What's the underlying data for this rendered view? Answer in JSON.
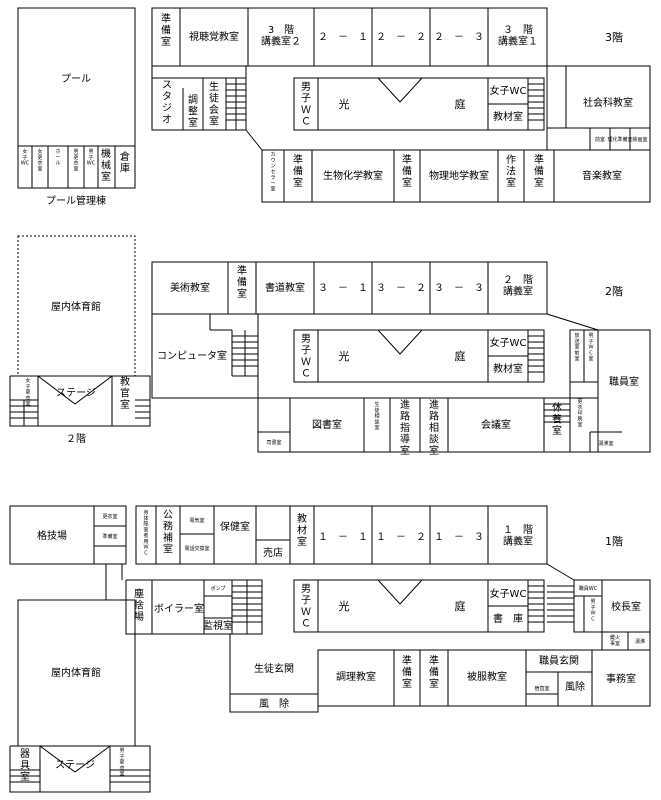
{
  "floor3": {
    "floor_label": "3階",
    "rooms": {
      "junbi_a": "準\n備\n室",
      "shichokaku": "視聴覚教室",
      "lecture2": "3　階\n講義室２",
      "c21": "２　－　１",
      "c22": "２　－　２",
      "c23": "２　－　３",
      "lecture1": "３　階\n講義室１",
      "studio": "ス\nタ\nジ\nオ",
      "chosei": "調\n整\n室",
      "seitokai": "生\n徒\n会\n室",
      "boys_wc": "男\n子\nＷ\nＣ",
      "courtyard_a": "光",
      "courtyard_b": "庭",
      "girls_wc": "女子WC",
      "kyozai": "教材室",
      "shakai": "社会科教室",
      "maemuro": "前室",
      "kagakujunbi": "理化準備室",
      "kaiga": "絵画室",
      "counselor": "カ\nウ\nン\nセ\nラ\nー\n室",
      "junbi_b": "準\n備\n室",
      "seibutsu": "生物化学教室",
      "junbi_c": "準\n備\n室",
      "butsuri": "物理地学教室",
      "sakuhou": "作\n法\n室",
      "junbi_d": "準\n備\n室",
      "ongaku": "音楽教室"
    }
  },
  "pool": {
    "pool": "プール",
    "girls_wc": "女\n子\nWC",
    "girls_change": "女\n更\n衣\n室",
    "hall": "ホ\nー\nル",
    "boys_change": "男\n更\n衣\n室",
    "boys_wc": "男\n子\nWC",
    "machine": "機\n械\n室",
    "storage": "倉\n庫",
    "caption": "プール管理棟"
  },
  "floor2": {
    "floor_label": "2階",
    "rooms": {
      "bijutsu": "美術教室",
      "junbi": "準\n備\n室",
      "shodo": "書道教室",
      "c31": "３　－　１",
      "c32": "３　－　２",
      "c33": "３　－　３",
      "lecture": "２　階\n講義室",
      "computer": "コンピュータ室",
      "boys_wc": "男\n子\nＷ\nＣ",
      "courtyard_a": "光",
      "courtyard_b": "庭",
      "girls_wc": "女子WC",
      "kyozai": "教材室",
      "shokuin": "職員室",
      "toshoshitsu": "図書室",
      "shishoshitsu": "司書室",
      "seito_soudan": "生\n徒\n相\n談\n室",
      "shinro_shido": "進\n路\n指\n導\n室",
      "shinro_soudan": "進\n路\n相\n談\n室",
      "kaigi": "会議室",
      "kyuyo": "休\n養\n室",
      "kotoku": "更\n衣\n印\n刷\n室",
      "yuyu": "湯沸室",
      "vertical_strip_a": "放\n送\n室\n前\n室",
      "vertical_strip_b": "男\n子\nＷ\nＣ\n室"
    },
    "gym": {
      "gym": "屋内体育館",
      "girls_change": "女\n子\n更\n衣\n室",
      "stage": "ステージ",
      "teachers": "教\n官\n室",
      "caption": "２階"
    }
  },
  "floor1": {
    "floor_label": "1階",
    "rooms": {
      "kakugijo": "格技場",
      "koui_a": "更衣室",
      "junbi_gi": "準備室",
      "yakuin": "身\n体\n障\n害\n者\n用\nＷ\nＣ",
      "komuho": "公\n務\n補\n室",
      "denki": "電気室",
      "denkijunbi": "電話交換室",
      "hoken": "保健室",
      "baiten": "売店",
      "kyozai": "教\n材\n室",
      "c11": "１　－　１",
      "c12": "１　－　２",
      "c13": "１　－　３",
      "lecture": "１　階\n講義室",
      "jinai": "塵\n捨\n場",
      "boiler": "ボイラー室",
      "pump": "ポンプ",
      "kanshi": "監視室",
      "boys_wc": "男\n子\nＷ\nＣ",
      "courtyard_a": "光",
      "courtyard_b": "庭",
      "girls_wc": "女子WC",
      "shoko": "書　庫",
      "shokuin_wc": "職員WC",
      "danshi_wc": "男\n子\nＷ\nＣ",
      "kochou": "校長室",
      "seito_genkan": "生徒玄関",
      "fuujo_a": "風　除",
      "chouri": "調理教室",
      "junbi_a": "準\n備\n室",
      "junbi_b": "準\n備\n室",
      "hifuku": "被服教室",
      "shukuchoku": "宿直室",
      "shokuin_genkan": "職員玄関",
      "fuujo_b": "風除",
      "kagi": "鍵火\n事室",
      "yusui": "湯沸",
      "jimu": "事務室"
    },
    "gym": {
      "gym": "屋内体育館",
      "kigu": "器\n具\n室",
      "stage": "ステージ",
      "boys_change": "男\n子\n更\n衣\n室"
    }
  }
}
